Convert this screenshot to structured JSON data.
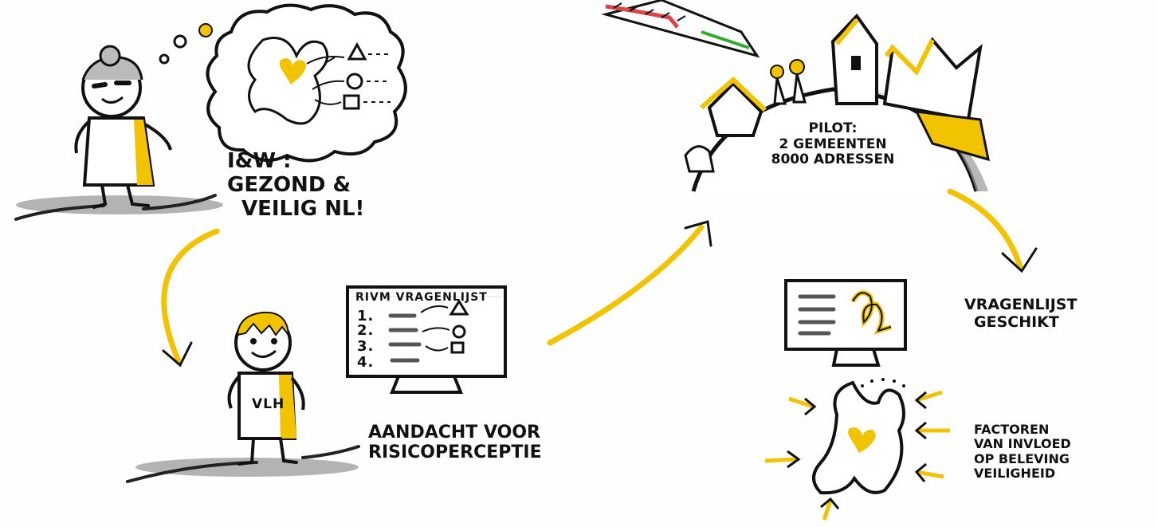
{
  "colors": {
    "accent": "#f2c300",
    "ink": "#111111",
    "shadow": "#9a9a9a"
  },
  "ministry": {
    "name": "I&W :",
    "line1": "GEZOND &",
    "line2": "VEILIG NL!"
  },
  "screen_left": {
    "title": "RIVM VRAGENLIJST",
    "items": [
      "1.",
      "2.",
      "3.",
      "4."
    ]
  },
  "person2": {
    "shirt": "VLH"
  },
  "attention": {
    "line1": "AANDACHT VOOR",
    "line2": "RISICOPERCEPTIE"
  },
  "pilot": {
    "title": "PILOT:",
    "line1": "2 GEMEENTEN",
    "line2": "8000 ADRESSEN"
  },
  "questionnaire": {
    "line1": "VRAGENLIJST",
    "line2": "GESCHIKT"
  },
  "factors": {
    "line1": "FACTOREN",
    "line2": "VAN INVLOED",
    "line3": "OP BELEVING",
    "line4": "VEILIGHEID"
  }
}
